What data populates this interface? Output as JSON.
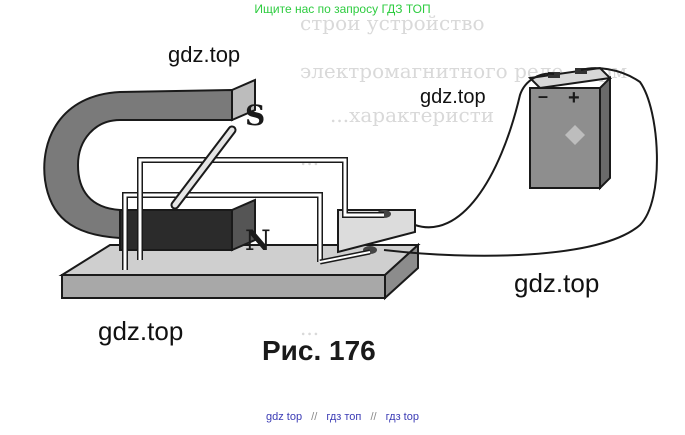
{
  "header": {
    "banner": "Ищите нас по запросу ГДЗ ТОП"
  },
  "figure": {
    "pole_s": "S",
    "pole_n": "N",
    "battery_minus": "–",
    "battery_plus": "+",
    "caption": "Рис. 176"
  },
  "watermarks": [
    "gdz.top",
    "gdz.top",
    "gdz.top",
    "gdz.top"
  ],
  "footer": {
    "link1": "gdz top",
    "link2": "гдз топ",
    "link3": "гдз top",
    "separator": "//"
  }
}
